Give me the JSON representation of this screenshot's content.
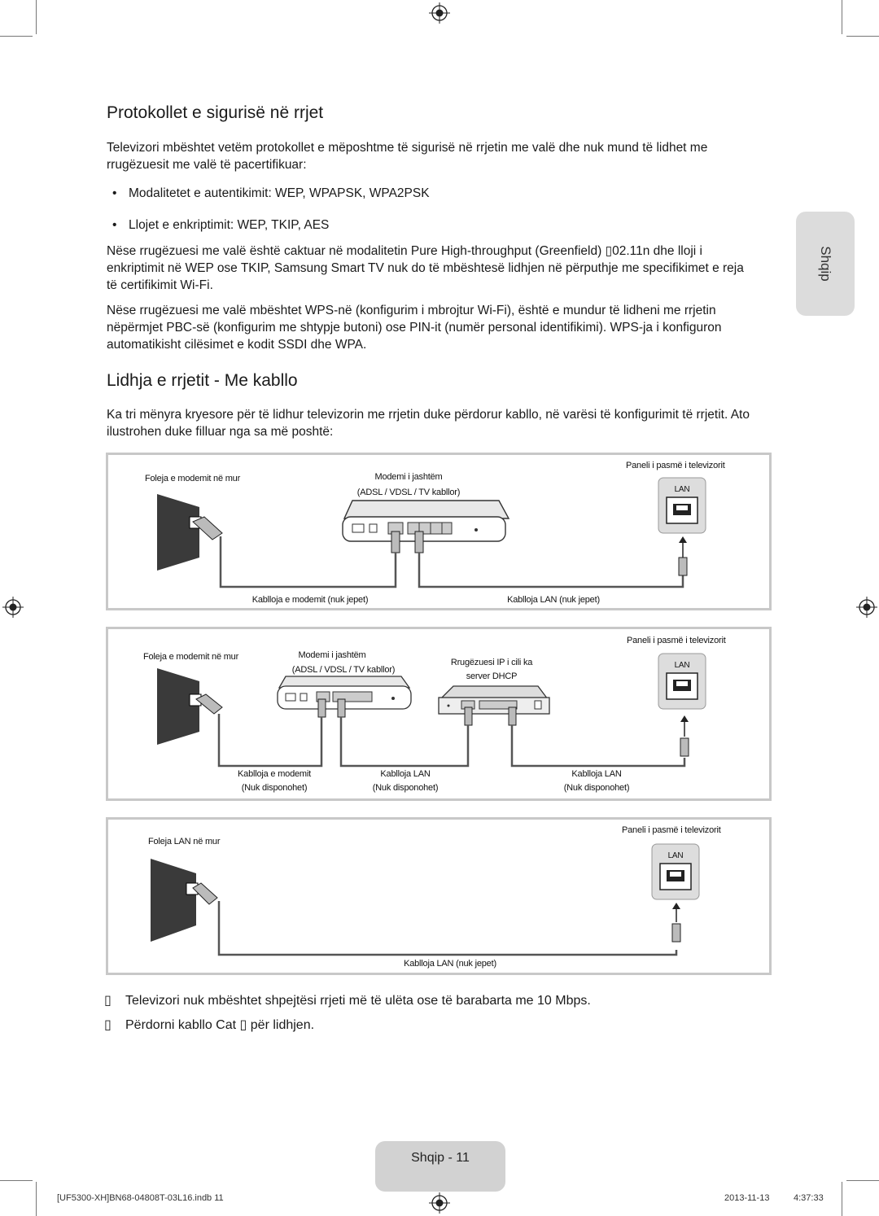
{
  "side_tab": {
    "label": "Shqip"
  },
  "section1": {
    "title": "Protokollet e sigurisë në rrjet",
    "intro": "Televizori mbështet vetëm protokollet e mëposhtme të sigurisë në rrjetin me valë dhe nuk mund të lidhet me rrugëzuesit me valë të pacertifikuar:",
    "bullets": [
      "Modalitetet e autentikimit: WEP, WPAPSK, WPA2PSK",
      "Llojet e enkriptimit: WEP, TKIP, AES"
    ],
    "para2": "Nëse rrugëzuesi me valë është caktuar në modalitetin Pure High-throughput (Greenfield) ▯02.11n dhe lloji i enkriptimit në WEP ose TKIP, Samsung Smart TV nuk do të mbështesë lidhjen në përputhje me specifikimet e reja të certifikimit Wi-Fi.",
    "para3": "Nëse rrugëzuesi me valë mbështet WPS-në (konfigurim i mbrojtur Wi-Fi), është e mundur të lidheni me rrjetin nëpërmjet PBC-së (konfigurim me shtypje butoni) ose PIN-it (numër personal identifikimi). WPS-ja i konfiguron automatikisht cilësimet e kodit SSDI dhe WPA."
  },
  "section2": {
    "title": "Lidhja e rrjetit - Me kabllo",
    "intro": "Ka tri mënyra kryesore për të lidhur televizorin me rrjetin duke përdorur kabllo, në varësi të konfigurimit të rrjetit. Ato ilustrohen duke filluar nga sa më poshtë:"
  },
  "diagram1": {
    "wall_socket": "Foleja e modemit në mur",
    "modem_title": "Modemi i jashtëm",
    "modem_sub": "(ADSL / VDSL / TV kabllor)",
    "tv_panel": "Paneli i pasmë i televizorit",
    "lan_port": "LAN",
    "cable_modem": "Kablloja e modemit (nuk jepet)",
    "cable_lan": "Kablloja LAN (nuk jepet)"
  },
  "diagram2": {
    "wall_socket": "Foleja e modemit në mur",
    "modem_title": "Modemi i jashtëm",
    "modem_sub": "(ADSL / VDSL / TV kabllor)",
    "router_title": "Rrugëzuesi IP i cili ka",
    "router_sub": "server DHCP",
    "tv_panel": "Paneli i pasmë i televizorit",
    "lan_port": "LAN",
    "cable_modem": "Kablloja e modemit",
    "cable_modem_sub": "(Nuk disponohet)",
    "cable_lan1": "Kablloja LAN",
    "cable_lan1_sub": "(Nuk disponohet)",
    "cable_lan2": "Kablloja LAN",
    "cable_lan2_sub": "(Nuk disponohet)"
  },
  "diagram3": {
    "wall_socket": "Foleja LAN në mur",
    "tv_panel": "Paneli i pasmë i televizorit",
    "lan_port": "LAN",
    "cable_lan": "Kablloja LAN (nuk jepet)"
  },
  "notes": [
    "Televizori nuk mbështet shpejtësi rrjeti më të ulëta ose të barabarta me 10 Mbps.",
    "Përdorni kabllo Cat ▯ për lidhjen."
  ],
  "note_marker": "▯",
  "footer": {
    "page_label": "Shqip - 11",
    "file": "[UF5300-XH]BN68-04808T-03L16.indb   11",
    "date": "2013-11-13",
    "time": "4:37:33"
  },
  "colors": {
    "panel_border": "#c8c8c8",
    "tab_bg": "#dcdcdc",
    "pill_bg": "#d2d2d2",
    "cable": "#555555"
  }
}
